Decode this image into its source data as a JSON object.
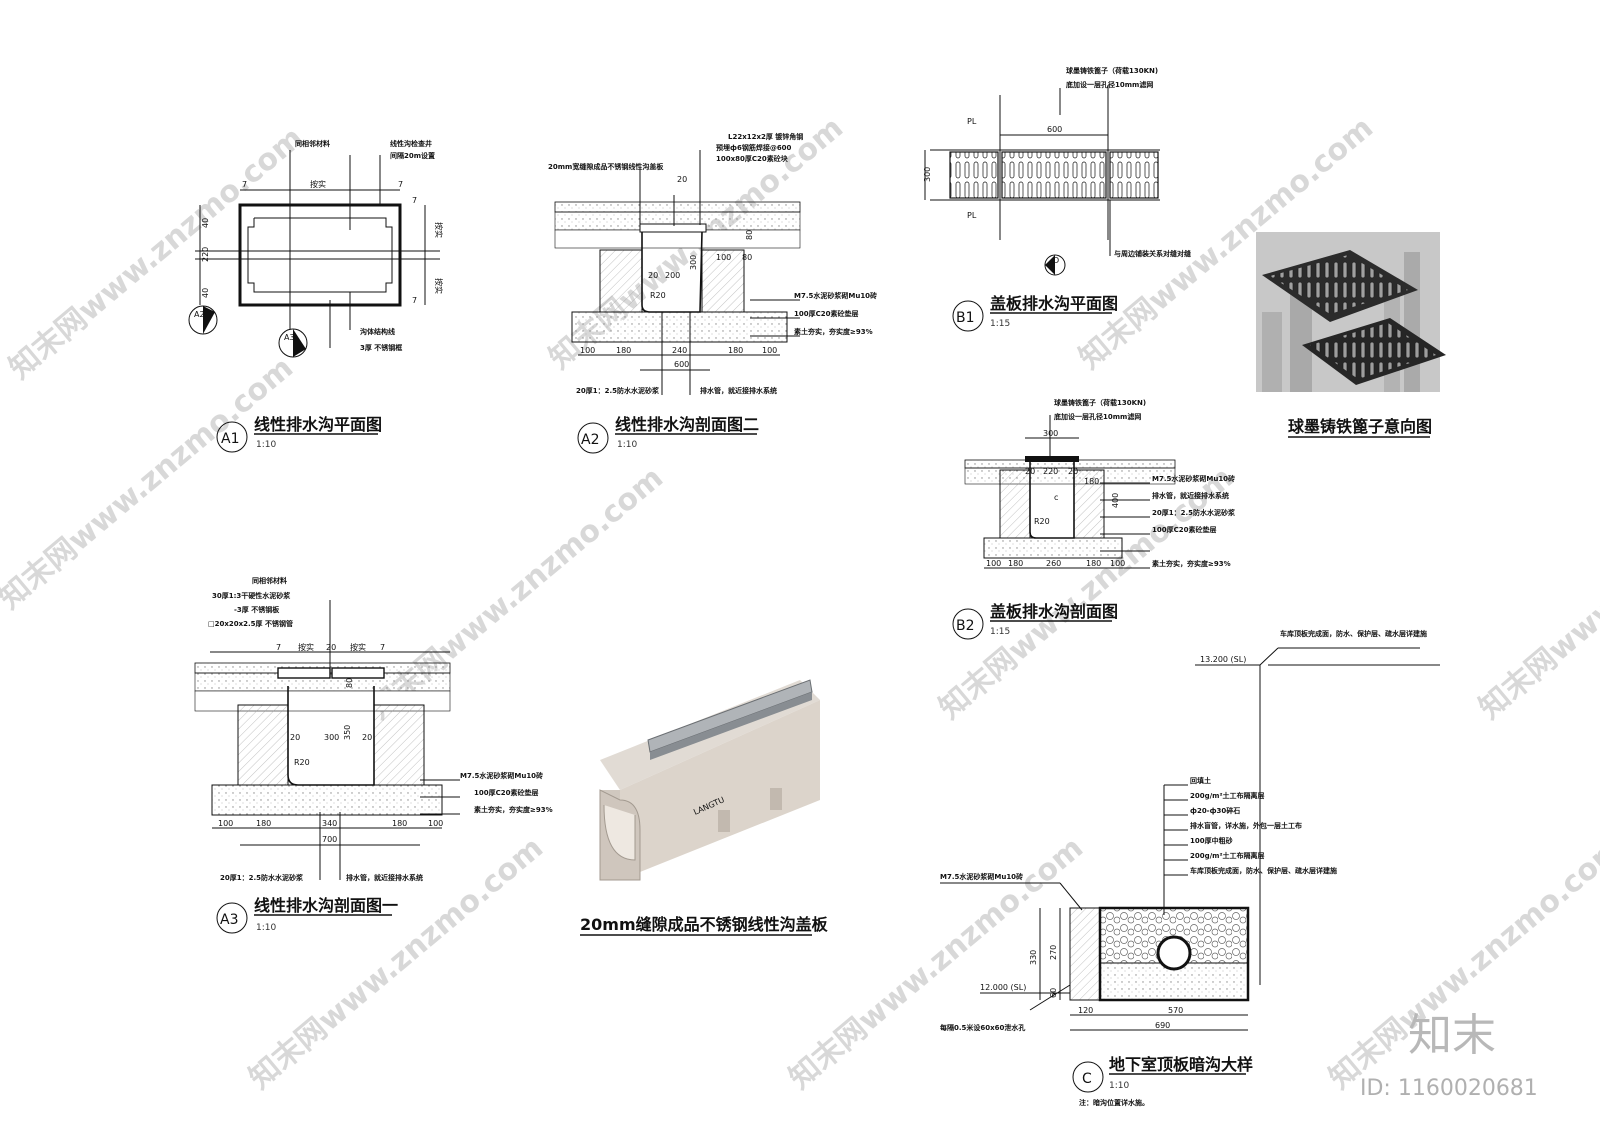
{
  "watermark": {
    "brand": "知末",
    "repeated": "知末网www.znzmo.com",
    "id_label": "ID: 1160020681"
  },
  "A1": {
    "badge": "A1",
    "title": "线性排水沟平面图",
    "scale": "1:10",
    "notes": [
      "同相邻材料",
      "线性沟检查井",
      "间隔20m设置",
      "沟体结构线",
      "3厚 不锈钢框"
    ],
    "labels": [
      "按实",
      "按实",
      "按实"
    ],
    "dims": [
      "7",
      "7",
      "7",
      "7",
      "40",
      "220",
      "40"
    ],
    "refs": [
      "A2",
      "A3"
    ]
  },
  "A2": {
    "badge": "A2",
    "title": "线性排水沟剖面图二",
    "scale": "1:10",
    "notes": [
      "L22x12x2厚 镀锌角钢",
      "预埋ф6钢筋焊接@600",
      "100x80厚C20素砼块",
      "20mm宽缝隙成品不锈钢线性沟盖板",
      "M7.5水泥砂浆砌Mu10砖",
      "100厚C20素砼垫层",
      "素土夯实，夯实度≥93%",
      "20厚1：2.5防水水泥砂浆",
      "排水管，就近接排水系统"
    ],
    "dims": [
      "20",
      "300",
      "80",
      "100",
      "80",
      "20",
      "200",
      "R20",
      "100",
      "180",
      "240",
      "180",
      "100",
      "600"
    ]
  },
  "A3": {
    "badge": "A3",
    "title": "线性排水沟剖面图一",
    "scale": "1:10",
    "notes": [
      "同相邻材料",
      "30厚1:3干硬性水泥砂浆",
      "-3厚 不锈钢板",
      "□20x20x2.5厚 不锈钢管",
      "M7.5水泥砂浆砌Mu10砖",
      "100厚C20素砼垫层",
      "素土夯实，夯实度≥93%",
      "20厚1：2.5防水水泥砂浆",
      "排水管，就近接排水系统"
    ],
    "dims": [
      "7",
      "按实",
      "20",
      "按实",
      "7",
      "80",
      "20",
      "300",
      "20",
      "350",
      "R20",
      "100",
      "180",
      "340",
      "180",
      "100",
      "700"
    ]
  },
  "B1": {
    "badge": "B1",
    "title": "盖板排水沟平面图",
    "scale": "1:15",
    "notes": [
      "球墨铸铁篦子（荷载130KN)",
      "底加设一层孔径10mm滤网",
      "与周边铺装关系对缝对缝"
    ],
    "dims": [
      "PL",
      "600",
      "300",
      "PL",
      "D"
    ]
  },
  "B2": {
    "badge": "B2",
    "title": "盖板排水沟剖面图",
    "scale": "1:15",
    "notes": [
      "球墨铸铁篦子（荷载130KN)",
      "底加设一层孔径10mm滤网",
      "M7.5水泥砂浆砌Mu10砖",
      "排水管，就近接排水系统",
      "20厚1：2.5防水水泥砂浆",
      "100厚C20素砼垫层",
      "素土夯实，夯实度≥93%"
    ],
    "dims": [
      "300",
      "20",
      "220",
      "20",
      "180",
      "400",
      "R20",
      "100",
      "180",
      "260",
      "180",
      "100",
      "c"
    ]
  },
  "photo1": {
    "caption": "球墨铸铁篦子意向图"
  },
  "photo2": {
    "caption": "20mm缝隙成品不锈钢线性沟盖板",
    "stamp": "LANGTU"
  },
  "C": {
    "badge": "C",
    "title": "地下室顶板暗沟大样",
    "scale": "1:10",
    "footnote": "注：暗沟位置详水施。",
    "level_top": "13.200 (SL)",
    "level_bottom": "12.000 (SL)",
    "top_note": "车库顶板完成面，防水、保护层、疏水层详建施",
    "layers": [
      "回填土",
      "200g/m²土工布隔离层",
      "ф20-ф30碎石",
      "排水盲管，详水施，外包一层土工布",
      "100厚中粗砂",
      "200g/m²土工布隔离层",
      "车库顶板完成面，防水、保护层、疏水层详建施"
    ],
    "side_note": "M7.5水泥砂浆砌Mu10砖",
    "bottom_note": "每隔0.5米设60x60泄水孔",
    "dims": [
      "270",
      "330",
      "60",
      "120",
      "570",
      "690"
    ]
  }
}
